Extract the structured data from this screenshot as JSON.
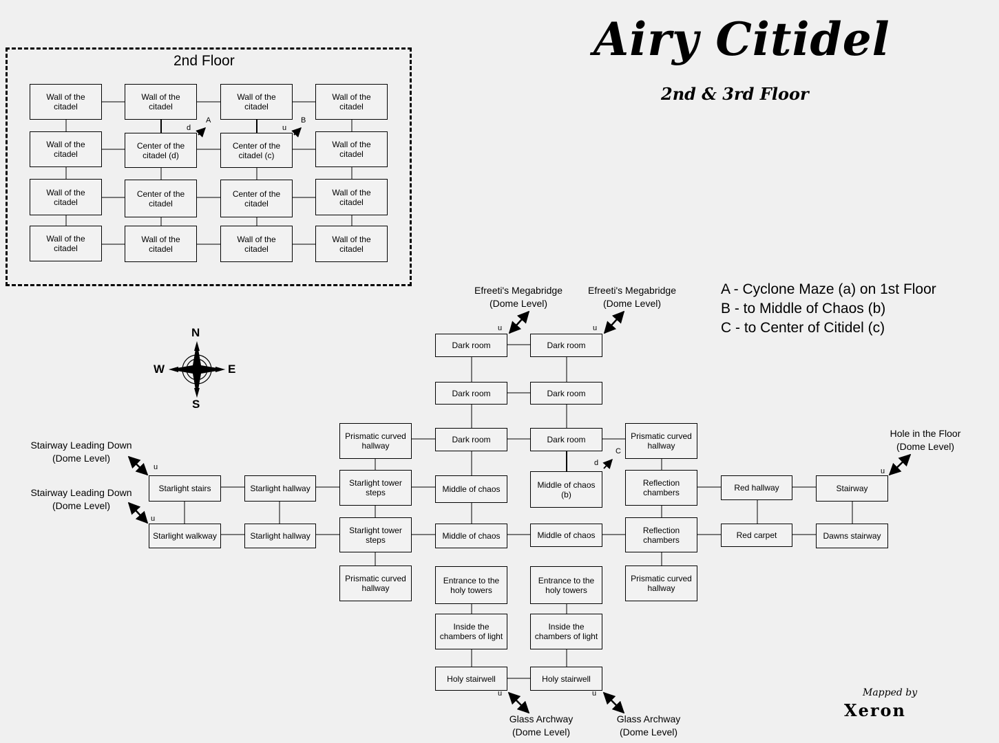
{
  "title": "Airy Citidel",
  "subtitle": "2nd & 3rd Floor",
  "second_floor_label": "2nd Floor",
  "legend": [
    "A - Cyclone Maze (a) on 1st Floor",
    "B - to Middle of Chaos (b)",
    "C - to Center of Citidel (c)"
  ],
  "compass": {
    "n": "N",
    "s": "S",
    "e": "E",
    "w": "W"
  },
  "credit": {
    "line1": "Mapped by",
    "line2": "Xeron"
  },
  "rooms": {
    "f2_r1c1": "Wall of the\ncitadel",
    "f2_r1c2": "Wall of the\ncitadel",
    "f2_r1c3": "Wall of the\ncitadel",
    "f2_r1c4": "Wall of the\ncitadel",
    "f2_r2c1": "Wall of the\ncitadel",
    "f2_r2c2": "Center of the\ncitadel (d)",
    "f2_r2c3": "Center of the\ncitadel (c)",
    "f2_r2c4": "Wall of the\ncitadel",
    "f2_r3c1": "Wall of the\ncitadel",
    "f2_r3c2": "Center of the\ncitadel",
    "f2_r3c3": "Center of the\ncitadel",
    "f2_r3c4": "Wall of the\ncitadel",
    "f2_r4c1": "Wall of the\ncitadel",
    "f2_r4c2": "Wall of the\ncitadel",
    "f2_r4c3": "Wall of the\ncitadel",
    "f2_r4c4": "Wall of the\ncitadel",
    "dark1": "Dark room",
    "dark2": "Dark room",
    "dark3": "Dark room",
    "dark4": "Dark room",
    "dark5": "Dark room",
    "dark6": "Dark room",
    "prism_nw": "Prismatic curved\nhallway",
    "prism_ne": "Prismatic curved\nhallway",
    "prism_sw": "Prismatic curved\nhallway",
    "prism_se": "Prismatic curved\nhallway",
    "starlight_stairs": "Starlight stairs",
    "starlight_hallway1": "Starlight hallway",
    "tower_steps1": "Starlight tower\nsteps",
    "chaos1": "Middle of chaos",
    "chaos_b": "Middle of chaos\n(b)",
    "reflection1": "Reflection\nchambers",
    "red_hallway": "Red hallway",
    "stairway": "Stairway",
    "starlight_walkway": "Starlight walkway",
    "starlight_hallway2": "Starlight hallway",
    "tower_steps2": "Starlight tower\nsteps",
    "chaos3": "Middle of chaos",
    "chaos4": "Middle of chaos",
    "reflection2": "Reflection\nchambers",
    "red_carpet": "Red carpet",
    "dawns_stairway": "Dawns stairway",
    "entrance1": "Entrance to the\nholy towers",
    "entrance2": "Entrance to the\nholy towers",
    "inside1": "Inside the\nchambers of light",
    "inside2": "Inside the\nchambers of light",
    "holy1": "Holy stairwell",
    "holy2": "Holy stairwell"
  },
  "exits": {
    "megabridge1": "Efreeti's Megabridge\n(Dome Level)",
    "megabridge2": "Efreeti's Megabridge\n(Dome Level)",
    "stair_down1": "Stairway Leading Down\n(Dome Level)",
    "stair_down2": "Stairway Leading Down\n(Dome Level)",
    "hole": "Hole in the Floor\n(Dome Level)",
    "glass1": "Glass Archway\n(Dome Level)",
    "glass2": "Glass Archway\n(Dome Level)"
  },
  "tags": {
    "u_megabridge1": "u",
    "u_megabridge2": "u",
    "u_stair1": "u",
    "u_stair2": "u",
    "u_hole": "u",
    "u_glass1": "u",
    "u_glass2": "u",
    "d_center": "d",
    "u_center": "u",
    "d_chaos": "d",
    "a_mark": "A",
    "b_mark": "B",
    "c_mark": "C"
  }
}
